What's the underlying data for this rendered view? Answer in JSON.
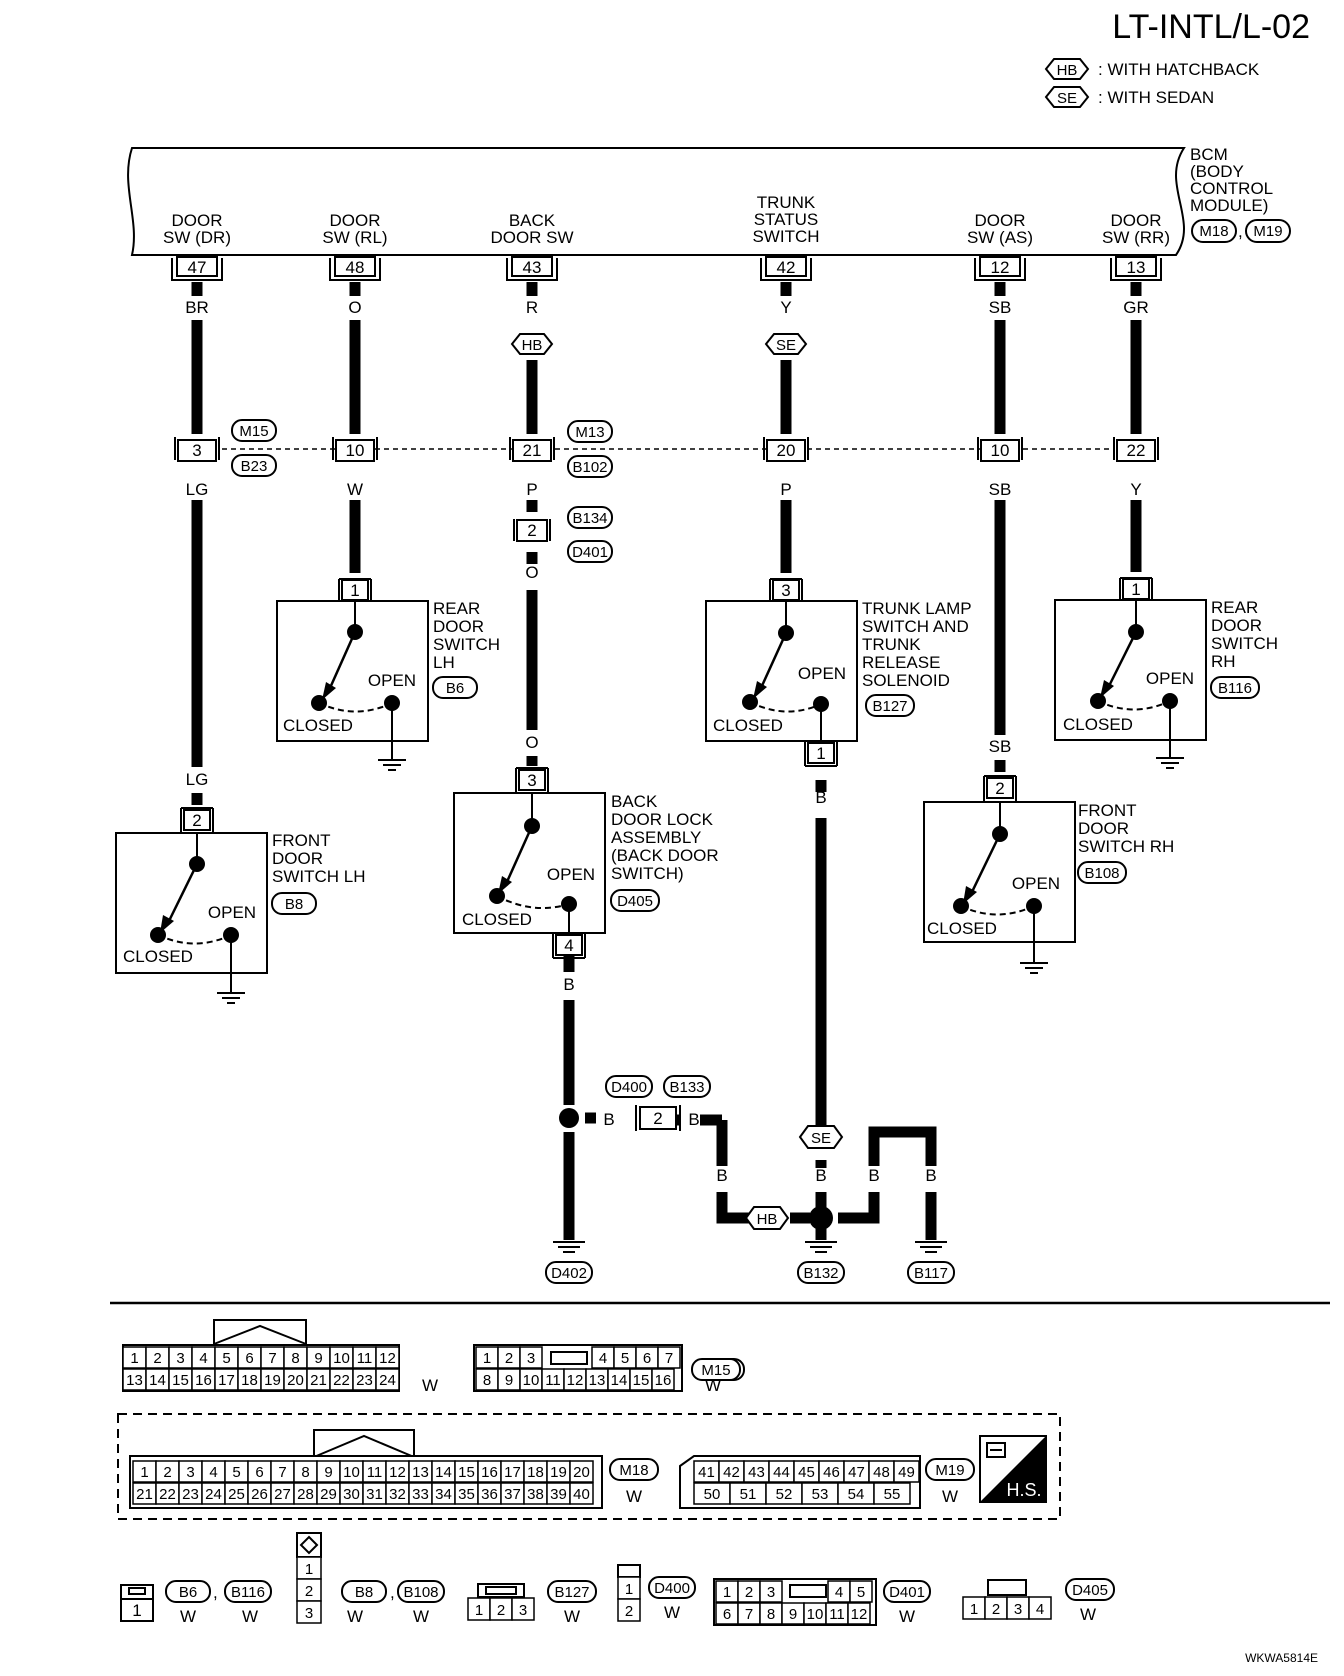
{
  "title": "LT-INTL/L-02",
  "legend": [
    {
      "tag": "HB",
      "text": ": WITH HATCHBACK"
    },
    {
      "tag": "SE",
      "text": ": WITH SEDAN"
    }
  ],
  "bcm": {
    "label": [
      "BCM",
      "(BODY",
      "CONTROL",
      "MODULE)"
    ],
    "connectors": [
      "M18",
      "M19"
    ],
    "sep": ","
  },
  "terminals": [
    {
      "label": [
        "DOOR",
        "SW (DR)"
      ],
      "pin": "47",
      "color": "BR"
    },
    {
      "label": [
        "DOOR",
        "SW (RL)"
      ],
      "pin": "48",
      "color": "O"
    },
    {
      "label": [
        "BACK",
        "DOOR SW"
      ],
      "pin": "43",
      "color": "R",
      "tag": "HB"
    },
    {
      "label": [
        "TRUNK",
        "STATUS",
        "SWITCH"
      ],
      "pin": "42",
      "color": "Y",
      "tag": "SE"
    },
    {
      "label": [
        "DOOR",
        "SW (AS)"
      ],
      "pin": "12",
      "color": "SB"
    },
    {
      "label": [
        "DOOR",
        "SW (RR)"
      ],
      "pin": "13",
      "color": "GR"
    }
  ],
  "joint": {
    "pins": [
      "3",
      "10",
      "21",
      "20",
      "10",
      "22"
    ],
    "colors": [
      "LG",
      "W",
      "P",
      "P",
      "SB",
      "Y"
    ],
    "left_connectors": [
      "M15",
      "B23"
    ],
    "mid_connectors": [
      "M13",
      "B102"
    ]
  },
  "inline_b134": {
    "pin": "2",
    "connectors": [
      "B134",
      "D401"
    ],
    "color_below": "O"
  },
  "switches": {
    "rear_lh": {
      "pin": "1",
      "label": [
        "REAR",
        "DOOR",
        "SWITCH",
        "LH"
      ],
      "conn": "B6",
      "open": "OPEN",
      "closed": "CLOSED"
    },
    "front_lh": {
      "pin": "2",
      "label": [
        "FRONT",
        "DOOR",
        "SWITCH LH"
      ],
      "conn": "B8",
      "open": "OPEN",
      "closed": "CLOSED",
      "wire_color": "LG"
    },
    "back_lock": {
      "pin_top": "3",
      "pin_bottom": "4",
      "label": [
        "BACK",
        "DOOR LOCK",
        "ASSEMBLY",
        "(BACK DOOR",
        "SWITCH)"
      ],
      "conn": "D405",
      "open": "OPEN",
      "closed": "CLOSED",
      "wire_color_top": "O",
      "wire_color_bottom": "B"
    },
    "trunk": {
      "pin_top": "3",
      "pin_bottom": "1",
      "label": [
        "TRUNK LAMP",
        "SWITCH AND",
        "TRUNK",
        "RELEASE",
        "SOLENOID"
      ],
      "conn": "B127",
      "open": "OPEN",
      "closed": "CLOSED",
      "wire_color_bottom": "B"
    },
    "front_rh": {
      "pin": "2",
      "label": [
        "FRONT",
        "DOOR",
        "SWITCH RH"
      ],
      "conn": "B108",
      "open": "OPEN",
      "closed": "CLOSED",
      "wire_color": "SB"
    },
    "rear_rh": {
      "pin": "1",
      "label": [
        "REAR",
        "DOOR",
        "SWITCH",
        "RH"
      ],
      "conn": "B116",
      "open": "OPEN",
      "closed": "CLOSED"
    }
  },
  "grounds": {
    "d400_conn": [
      "D400",
      "B133"
    ],
    "d400_pin": "2",
    "wire_b": "B",
    "tags": [
      "SE",
      "HB"
    ],
    "ground_ids": [
      "D402",
      "B132",
      "B117"
    ]
  },
  "views": {
    "m13": {
      "id": "M13",
      "color": "W",
      "row1": [
        "1",
        "2",
        "3",
        "4",
        "5",
        "6",
        "7",
        "8",
        "9",
        "10",
        "11",
        "12"
      ],
      "row2": [
        "13",
        "14",
        "15",
        "16",
        "17",
        "18",
        "19",
        "20",
        "21",
        "22",
        "23",
        "24"
      ]
    },
    "m15": {
      "id": "M15",
      "color": "W",
      "row1a": [
        "1",
        "2",
        "3"
      ],
      "row1b": [
        "4",
        "5",
        "6",
        "7"
      ],
      "row2": [
        "8",
        "9",
        "10",
        "11",
        "12",
        "13",
        "14",
        "15",
        "16"
      ]
    },
    "m18": {
      "id": "M18",
      "color": "W",
      "row1": [
        "1",
        "2",
        "3",
        "4",
        "5",
        "6",
        "7",
        "8",
        "9",
        "10",
        "11",
        "12",
        "13",
        "14",
        "15",
        "16",
        "17",
        "18",
        "19",
        "20"
      ],
      "row2": [
        "21",
        "22",
        "23",
        "24",
        "25",
        "26",
        "27",
        "28",
        "29",
        "30",
        "31",
        "32",
        "33",
        "34",
        "35",
        "36",
        "37",
        "38",
        "39",
        "40"
      ]
    },
    "m19": {
      "id": "M19",
      "color": "W",
      "row1": [
        "41",
        "42",
        "43",
        "44",
        "45",
        "46",
        "47",
        "48",
        "49"
      ],
      "row2": [
        "50",
        "51",
        "52",
        "53",
        "54",
        "55"
      ]
    },
    "hs": "H.S.",
    "b6": {
      "ids": [
        "B6",
        "B116"
      ],
      "colors": [
        "W",
        "W"
      ],
      "pins": [
        "1"
      ],
      "sep": ","
    },
    "b8": {
      "ids": [
        "B8",
        "B108"
      ],
      "colors": [
        "W",
        "W"
      ],
      "pins": [
        "1",
        "2",
        "3"
      ],
      "sep": ","
    },
    "b127": {
      "id": "B127",
      "color": "W",
      "pins": [
        "1",
        "2",
        "3"
      ]
    },
    "d400": {
      "id": "D400",
      "color": "W",
      "pins": [
        "1",
        "2"
      ]
    },
    "d401": {
      "id": "D401",
      "color": "W",
      "row1a": [
        "1",
        "2",
        "3"
      ],
      "row1b": [
        "4",
        "5"
      ],
      "row2": [
        "6",
        "7",
        "8",
        "9",
        "10",
        "11",
        "12"
      ]
    },
    "d405": {
      "id": "D405",
      "color": "W",
      "pins": [
        "1",
        "2",
        "3",
        "4"
      ]
    }
  },
  "code": "WKWA5814E"
}
